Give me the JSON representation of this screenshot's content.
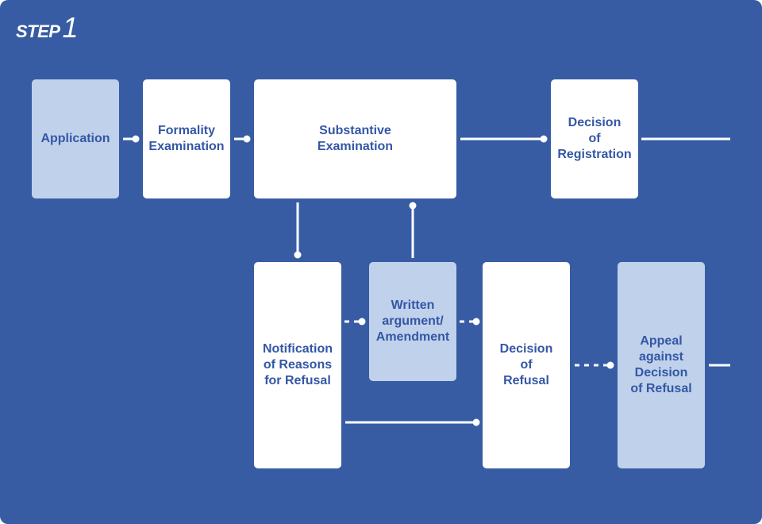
{
  "step": {
    "word": "STEP",
    "number": "1"
  },
  "boxes": {
    "application": "Application",
    "formality_examination": "Formality\nExamination",
    "substantive_examination": "Substantive\nExamination",
    "decision_of_registration": "Decision\nof\nRegistration",
    "notification_of_reasons_for_refusal": "Notification\nof Reasons\nfor Refusal",
    "written_argument_amendment": "Written\nargument/\nAmendment",
    "decision_of_refusal": "Decision\nof\nRefusal",
    "appeal_against_decision_of_refusal": "Appeal\nagainst\nDecision\nof Refusal"
  },
  "colors": {
    "background": "#375ca3",
    "light_box": "#c0d1eb",
    "white_box": "#ffffff",
    "text": "#3457a5",
    "connector": "#ffffff"
  }
}
